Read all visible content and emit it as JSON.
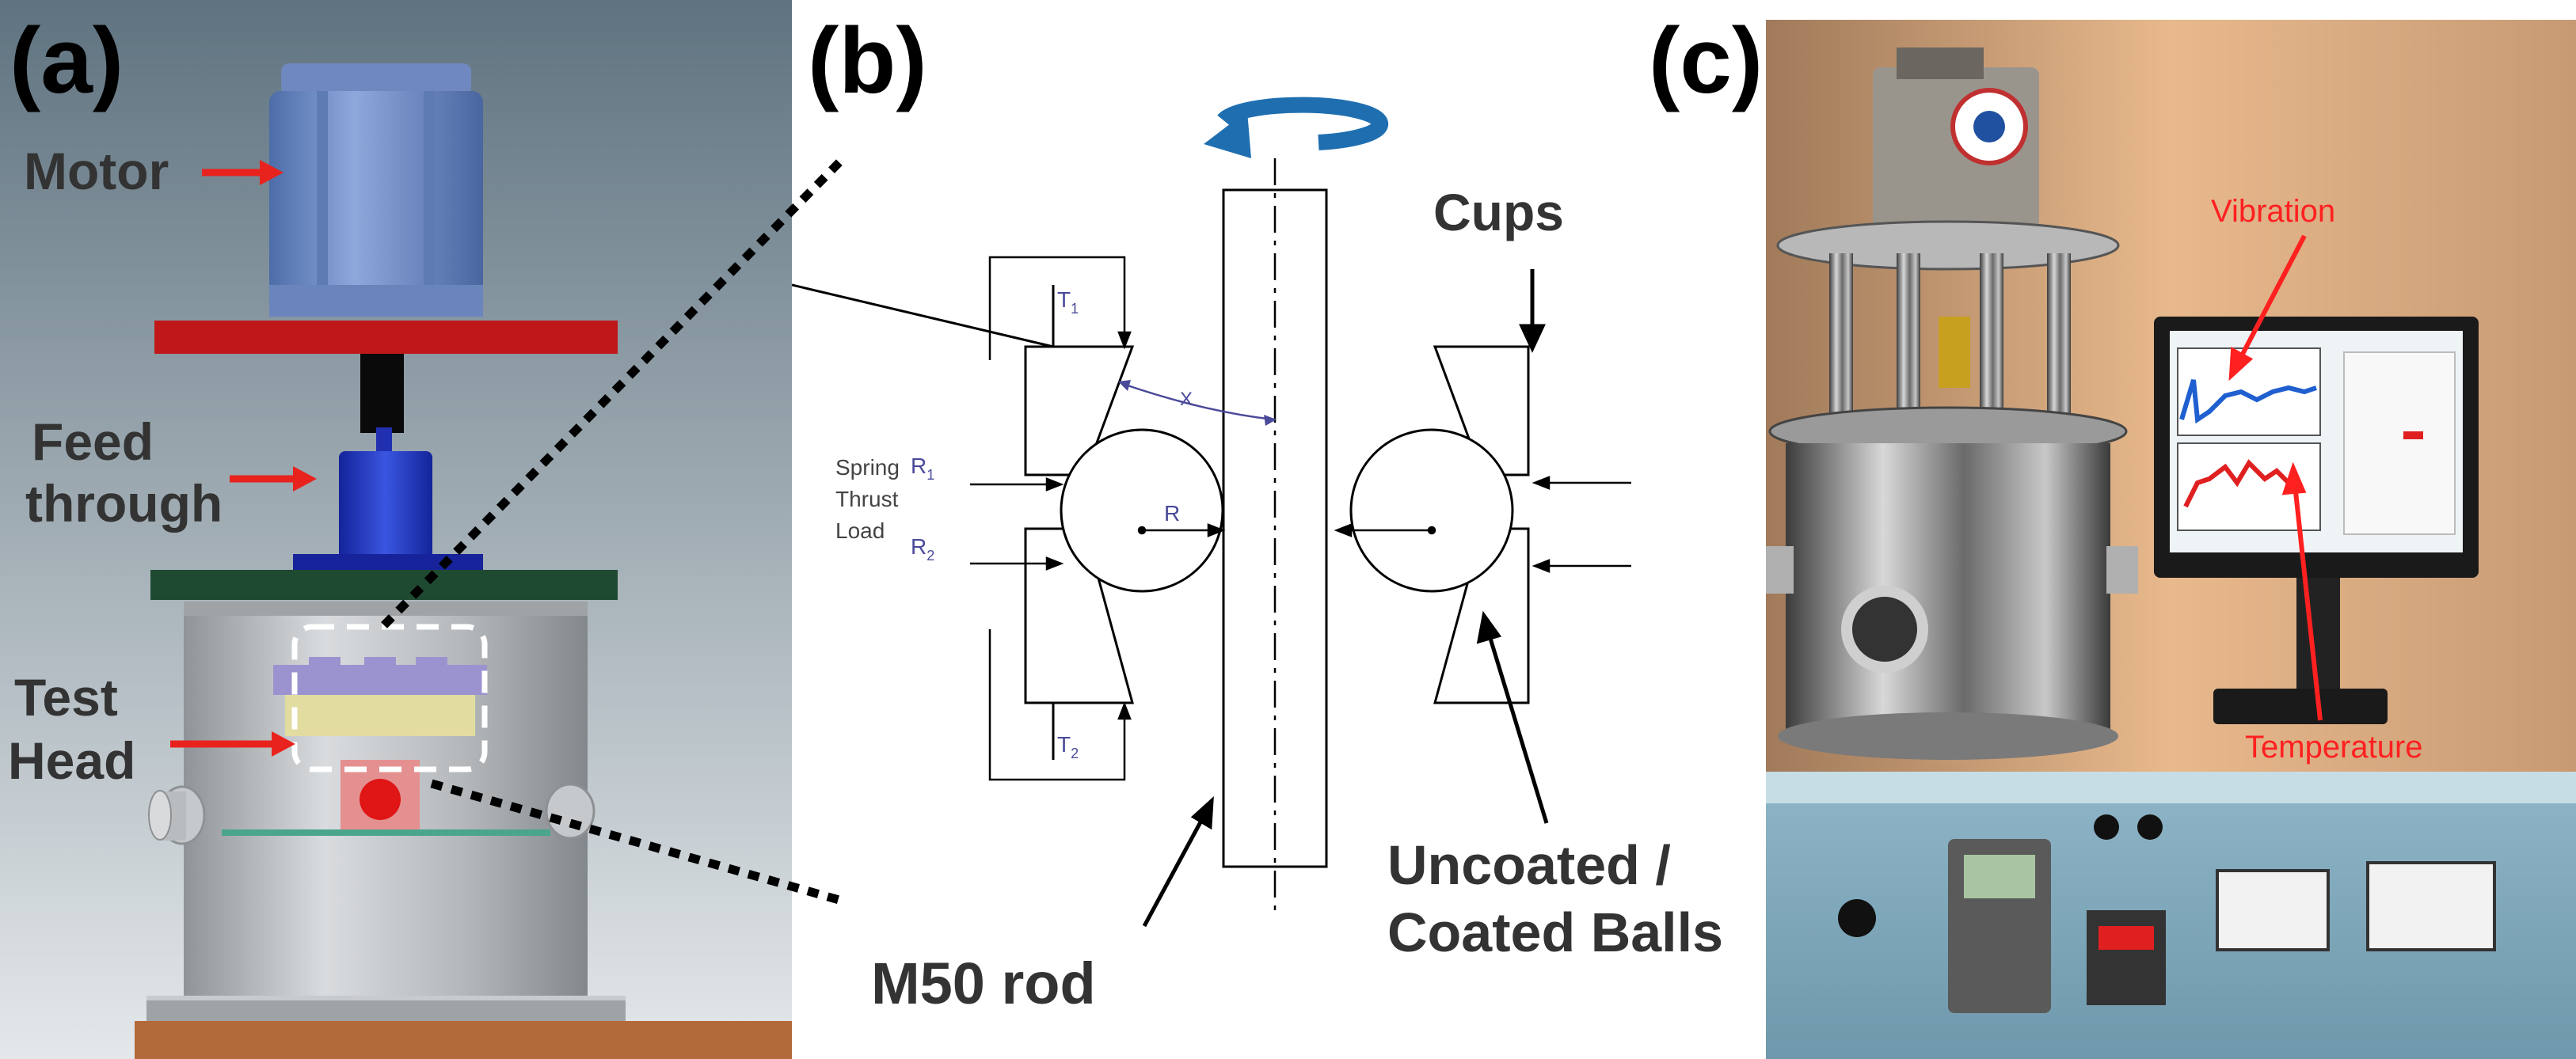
{
  "panel_a": {
    "label": "(a)",
    "motor": "Motor",
    "feed_line1": "Feed",
    "feed_line2": "through",
    "test_line1": "Test",
    "test_line2": "Head"
  },
  "panel_b": {
    "label": "(b)",
    "t1": "T",
    "t1_sub": "1",
    "t2": "T",
    "t2_sub": "2",
    "r1": "R",
    "r1_sub": "1",
    "r2": "R",
    "r2_sub": "2",
    "r": "R",
    "x": "X",
    "spring1": "Spring",
    "spring2": "Thrust",
    "spring3": "Load",
    "cups": "Cups",
    "rod": "M50 rod",
    "balls1": "Uncoated /",
    "balls2": "Coated Balls"
  },
  "panel_c": {
    "label": "(c)",
    "vibration": "Vibration",
    "temperature": "Temperature"
  },
  "colors": {
    "arrow_red": "#e8231e",
    "rotation_blue": "#1f6fb0",
    "annotation_red": "#ff2020",
    "label_gray": "#333333"
  }
}
